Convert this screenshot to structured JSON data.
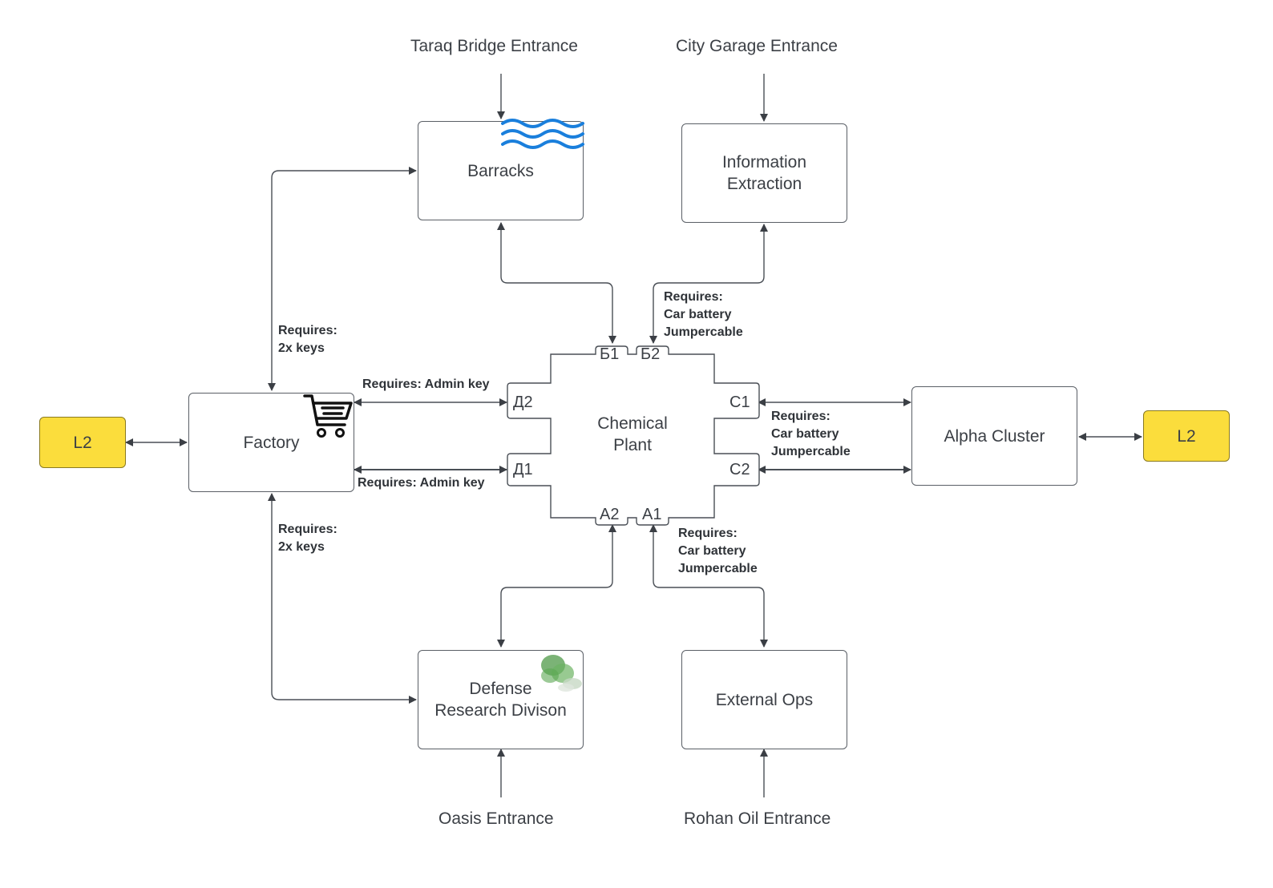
{
  "entrances": {
    "taraq": "Taraq Bridge Entrance",
    "city_garage": "City Garage Entrance",
    "oasis": "Oasis Entrance",
    "rohan": "Rohan Oil Entrance"
  },
  "nodes": {
    "barracks": "Barracks",
    "info": "Information\nExtraction",
    "factory": "Factory",
    "chemical": "Chemical\nPlant",
    "alpha": "Alpha Cluster",
    "defense": "Defense\nResearch Divison",
    "external": "External Ops",
    "l2_left": "L2",
    "l2_right": "L2"
  },
  "ports": {
    "b1": "Б1",
    "b2": "Б2",
    "d2": "Д2",
    "d1": "Д1",
    "c1": "С1",
    "c2": "С2",
    "a2": "А2",
    "a1": "А1"
  },
  "requirements": {
    "factory_barracks": "Requires:\n2x keys",
    "factory_defense": "Requires:\n2x keys",
    "factory_d2": "Requires: Admin key",
    "factory_d1": "Requires: Admin key",
    "b2_info": "Requires:\nCar battery\nJumpercable",
    "c1_alpha": "Requires:\nCar battery\nJumpercable",
    "a1_external": "Requires:\nCar battery\nJumpercable"
  },
  "colors": {
    "accent_yellow": "#fbdd3c",
    "water_blue": "#1a7fdc",
    "smoke_green": "#5fa85a"
  },
  "icons": [
    "water-waves-icon",
    "shopping-cart-icon",
    "green-smoke-icon"
  ]
}
